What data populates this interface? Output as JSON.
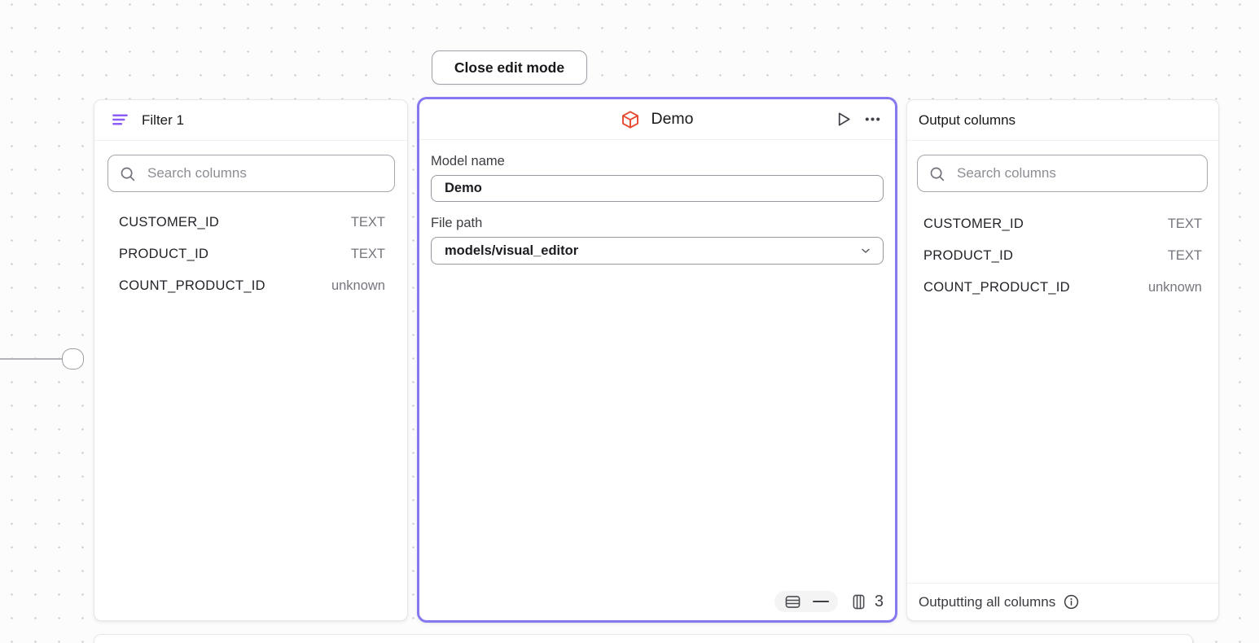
{
  "toolbar": {
    "close_button_label": "Close edit mode"
  },
  "filter_panel": {
    "title": "Filter 1",
    "search_placeholder": "Search columns",
    "columns": [
      {
        "name": "CUSTOMER_ID",
        "type": "TEXT"
      },
      {
        "name": "PRODUCT_ID",
        "type": "TEXT"
      },
      {
        "name": "COUNT_PRODUCT_ID",
        "type": "unknown"
      }
    ]
  },
  "model_panel": {
    "title": "Demo",
    "model_name_label": "Model name",
    "model_name_value": "Demo",
    "file_path_label": "File path",
    "file_path_value": "models/visual_editor",
    "column_count": "3"
  },
  "output_panel": {
    "title": "Output columns",
    "search_placeholder": "Search columns",
    "columns": [
      {
        "name": "CUSTOMER_ID",
        "type": "TEXT"
      },
      {
        "name": "PRODUCT_ID",
        "type": "TEXT"
      },
      {
        "name": "COUNT_PRODUCT_ID",
        "type": "unknown"
      }
    ],
    "footer_text": "Outputting all columns"
  },
  "icons": {
    "filter": "filter-lines-icon",
    "model": "cube-icon",
    "run": "play-icon",
    "menu": "ellipsis-icon",
    "search": "search-icon",
    "dropdown": "chevron-down-icon",
    "rows": "table-rows-icon",
    "row_count": "minus-icon",
    "columns": "table-columns-icon",
    "info": "info-icon"
  },
  "colors": {
    "canvas_bg": "#fcfcfc",
    "dot_grid": "#c9c9ce",
    "panel_border": "#e7e7ea",
    "accent_purple": "#8678f0",
    "filter_icon_purple": "#8b5cf6",
    "model_icon_orange": "#e64a2e",
    "text_primary": "#18181b",
    "text_secondary": "#75757d",
    "placeholder": "#8d8d95"
  }
}
